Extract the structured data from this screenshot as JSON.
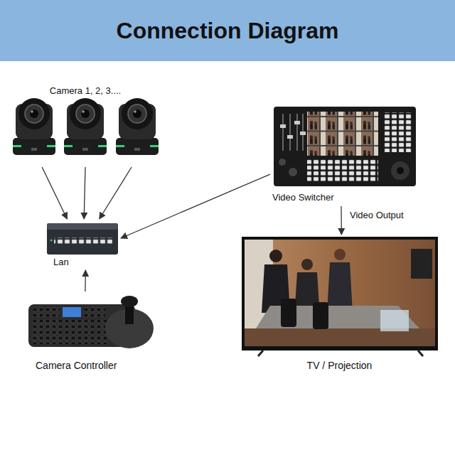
{
  "diagram": {
    "title": "Connection Diagram",
    "nodes": [
      {
        "text": [
          "Camera 1, 2, 3...."
        ]
      },
      {
        "text": [
          "Video Switcher"
        ]
      },
      {
        "text": [
          "Lan"
        ]
      },
      {
        "text": [
          "Camera Controller"
        ]
      },
      {
        "text": [
          "TV / Projection"
        ]
      }
    ],
    "edges": [
      {
        "from": 0,
        "to": 2,
        "arrow": "to"
      },
      {
        "from": 0,
        "to": 2,
        "arrow": "to"
      },
      {
        "from": 0,
        "to": 2,
        "arrow": "to"
      },
      {
        "from": 1,
        "to": 2,
        "arrow": "to"
      },
      {
        "from": 3,
        "to": 2,
        "arrow": "to"
      },
      {
        "from": 1,
        "to": 4,
        "label": "Video Output",
        "arrow": "to"
      }
    ]
  }
}
